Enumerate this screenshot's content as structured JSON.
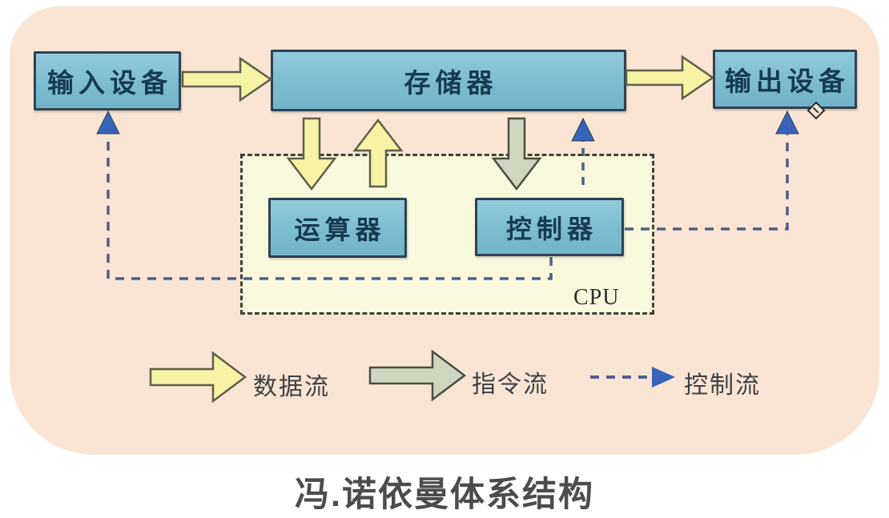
{
  "title": "冯.诺依曼体系结构",
  "nodes": {
    "input": "输入设备",
    "memory": "存储器",
    "output": "输出设备",
    "alu": "运算器",
    "control": "控制器",
    "cpu": "CPU"
  },
  "legend": {
    "data_flow": "数据流",
    "instruction_flow": "指令流",
    "control_flow": "控制流"
  },
  "edges": [
    {
      "from": "输入设备",
      "to": "存储器",
      "type": "数据流"
    },
    {
      "from": "存储器",
      "to": "输出设备",
      "type": "数据流"
    },
    {
      "from": "存储器",
      "to": "运算器",
      "type": "数据流"
    },
    {
      "from": "运算器",
      "to": "存储器",
      "type": "数据流"
    },
    {
      "from": "存储器",
      "to": "控制器",
      "type": "指令流"
    },
    {
      "from": "控制器",
      "to": "存储器",
      "type": "控制流"
    },
    {
      "from": "控制器",
      "to": "输入设备",
      "type": "控制流"
    },
    {
      "from": "控制器",
      "to": "输出设备",
      "type": "控制流"
    }
  ],
  "colors": {
    "background_panel": "#fae4d3",
    "node_fill": "#7cbcd0",
    "node_border": "#2e4254",
    "node_text": "#173a50",
    "cpu_fill": "#f8f8dd",
    "cpu_border": "#3f4039",
    "data_arrow_fill": "#f6f3a5",
    "data_arrow_stroke": "#5e5e49",
    "instruction_arrow_fill": "#cfd6c0",
    "instruction_arrow_stroke": "#4c4c42",
    "control_line": "#4e608a",
    "control_arrowhead": "#3764b8",
    "title_text": "#4b4c4e"
  }
}
